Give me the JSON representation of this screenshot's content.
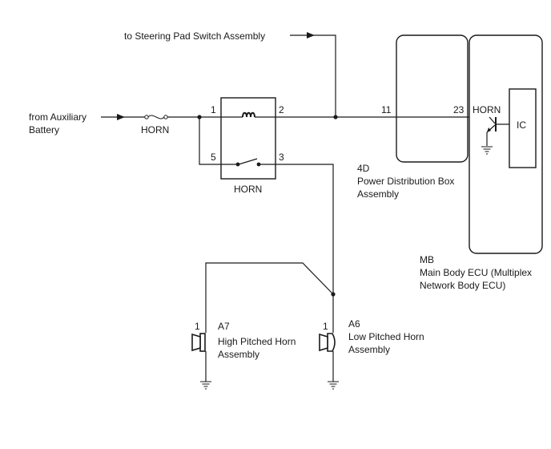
{
  "labels": {
    "steering_pad": "to Steering Pad Switch Assembly",
    "from_aux_line1": "from Auxiliary",
    "from_aux_line2": "Battery",
    "fuse_name": "HORN",
    "relay_name": "HORN",
    "relay_pin1": "1",
    "relay_pin2": "2",
    "relay_pin3": "3",
    "relay_pin5": "5",
    "pdb_pin11": "11",
    "ecu_pin23": "23",
    "ecu_horn": "HORN",
    "ic": "IC",
    "pdb_code": "4D",
    "pdb_name1": "Power Distribution Box",
    "pdb_name2": "Assembly",
    "ecu_code": "MB",
    "ecu_name1": "Main Body ECU (Multiplex",
    "ecu_name2": "Network Body ECU)",
    "a7_pin": "1",
    "a7_code": "A7",
    "a7_name1": "High Pitched Horn",
    "a7_name2": "Assembly",
    "a6_pin": "1",
    "a6_code": "A6",
    "a6_name1": "Low Pitched Horn",
    "a6_name2": "Assembly"
  }
}
